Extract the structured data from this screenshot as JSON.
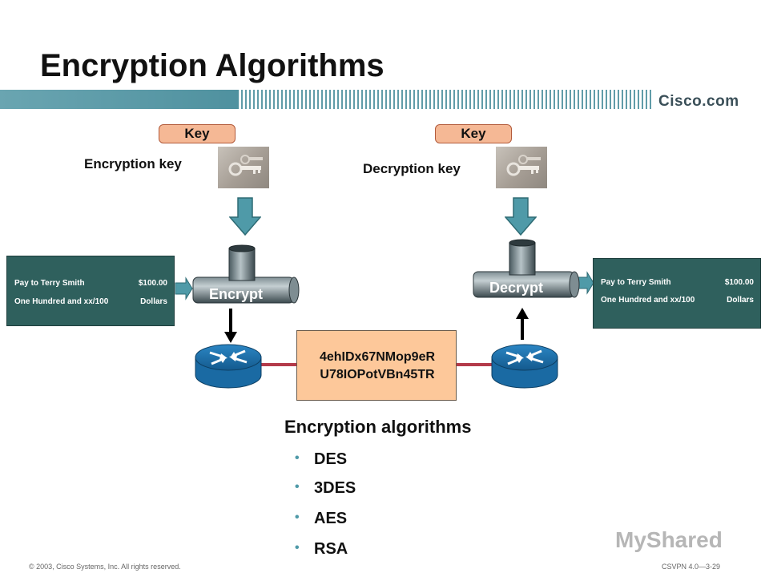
{
  "slide": {
    "title": "Encryption Algorithms",
    "brand": "Cisco.com"
  },
  "encrypt_side": {
    "key_tag": "Key",
    "key_label": "Encryption key",
    "process_label": "Encrypt",
    "check": {
      "payee": "Pay to Terry Smith",
      "amount": "$100.00",
      "amount_words": "One Hundred and xx/100",
      "unit": "Dollars"
    }
  },
  "decrypt_side": {
    "key_tag": "Key",
    "key_label": "Decryption key",
    "process_label": "Decrypt",
    "check": {
      "payee": "Pay to Terry Smith",
      "amount": "$100.00",
      "amount_words": "One Hundred and xx/100",
      "unit": "Dollars"
    }
  },
  "ciphertext": {
    "line1": "4ehIDx67NMop9eR",
    "line2": "U78IOPotVBn45TR"
  },
  "algorithms": {
    "heading": "Encryption algorithms",
    "items": [
      "DES",
      "3DES",
      "AES",
      "RSA"
    ]
  },
  "footer": {
    "copyright": "© 2003, Cisco Systems, Inc. All rights reserved.",
    "slide_code": "CSVPN 4.0—3-29",
    "watermark": "MyShared"
  },
  "colors": {
    "banner": "#4f919f",
    "check_bg": "#2f605d",
    "cipher_bg": "#fdc89a",
    "key_tag_bg": "#f5b895",
    "arrow": "#4f9aa8",
    "link": "#b33a4a"
  }
}
